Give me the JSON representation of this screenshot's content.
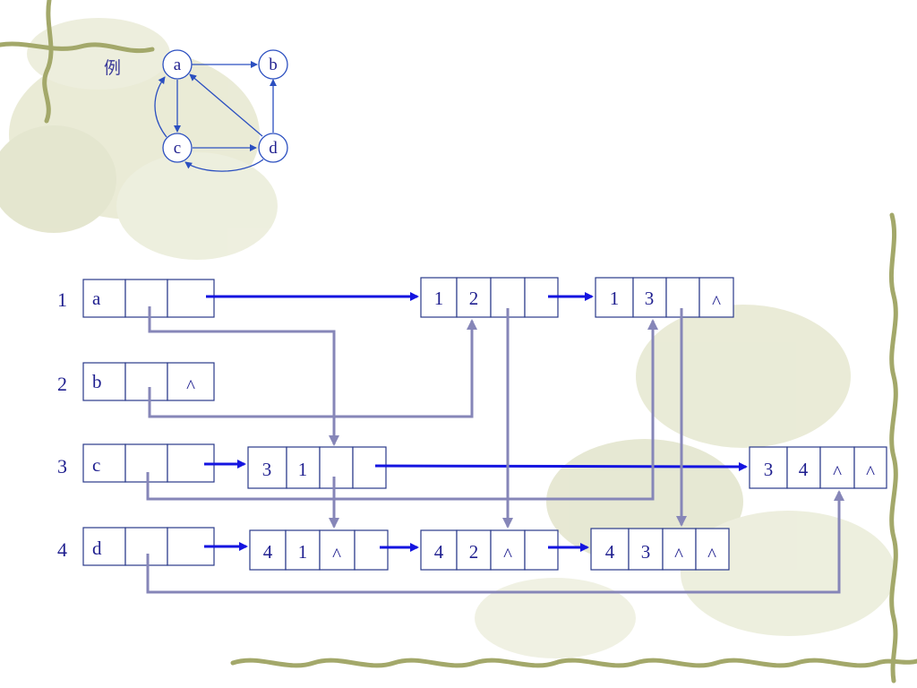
{
  "example_label": "例",
  "graph": {
    "nodes": [
      "a",
      "b",
      "c",
      "d"
    ]
  },
  "vertex_rows": [
    {
      "index": "1",
      "data": "a",
      "tail": ""
    },
    {
      "index": "2",
      "data": "b",
      "tail": "^"
    },
    {
      "index": "3",
      "data": "c",
      "tail": ""
    },
    {
      "index": "4",
      "data": "d",
      "tail": ""
    }
  ],
  "arc_nodes": [
    {
      "tail": "1",
      "head": "2",
      "hlink": "",
      "tlink": ""
    },
    {
      "tail": "1",
      "head": "3",
      "hlink": "",
      "tlink": "^"
    },
    {
      "tail": "3",
      "head": "1",
      "hlink": "",
      "tlink": ""
    },
    {
      "tail": "3",
      "head": "4",
      "hlink": "^",
      "tlink": "^"
    },
    {
      "tail": "4",
      "head": "1",
      "hlink": "^",
      "tlink": ""
    },
    {
      "tail": "4",
      "head": "2",
      "hlink": "^",
      "tlink": ""
    },
    {
      "tail": "4",
      "head": "3",
      "hlink": "^",
      "tlink": "^"
    }
  ],
  "colors": {
    "background_vine": "#a3a86a",
    "foliage": "#cfd2a8",
    "box_border": "#2a3a8a",
    "text": "#1f1f8f",
    "tail_link_arrow": "#1414e0",
    "head_link_arrow": "#8686b8",
    "graph_edge": "#2b4fc0"
  }
}
